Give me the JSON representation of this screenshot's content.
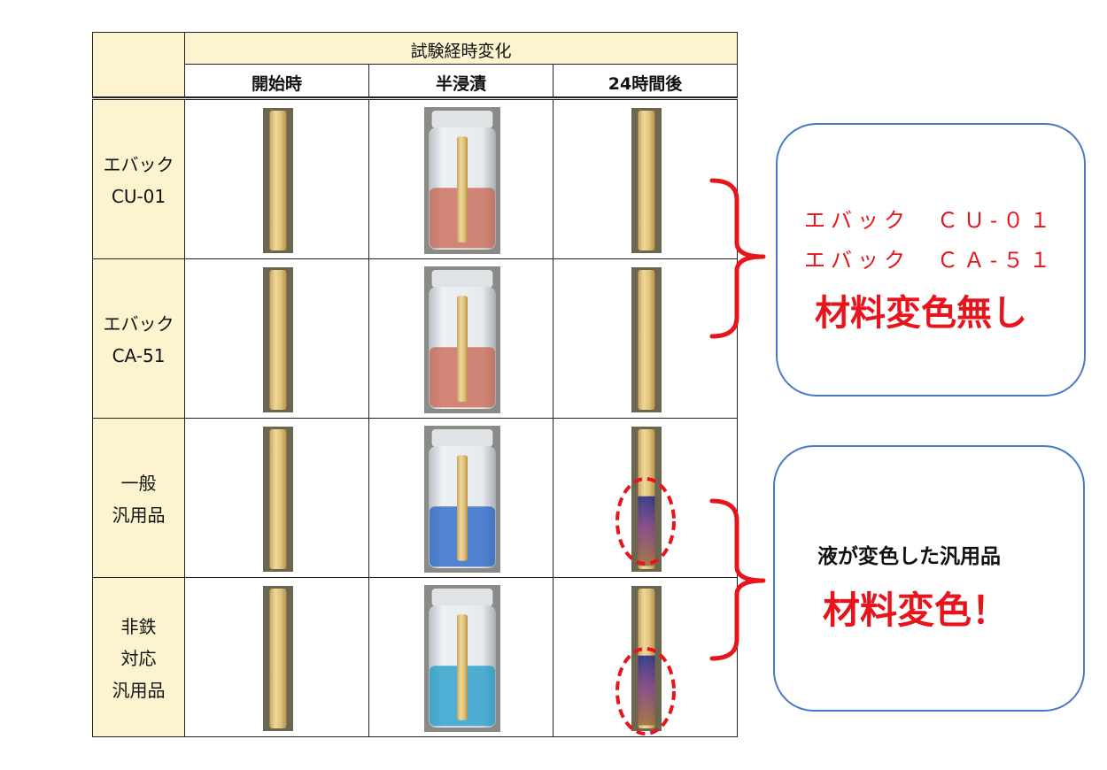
{
  "table": {
    "group_header": "試験経時変化",
    "columns": [
      "開始時",
      "半浸漬",
      "24時間後"
    ],
    "rows": [
      {
        "label_lines": [
          "エバック",
          "CU-01"
        ],
        "liquid": "#c8624e",
        "after_discolored": false
      },
      {
        "label_lines": [
          "エバック",
          "CA-51"
        ],
        "liquid": "#c8624e",
        "after_discolored": false
      },
      {
        "label_lines": [
          "一般",
          "汎用品"
        ],
        "liquid": "#1f5fc4",
        "after_discolored": true
      },
      {
        "label_lines": [
          "非鉄",
          "対応",
          "汎用品"
        ],
        "liquid": "#1a98c8",
        "after_discolored": true
      }
    ]
  },
  "callout_top": {
    "line1": "エバック　ＣＵ-０１",
    "line2": "エバック　ＣＡ-５１",
    "headline": "材料変色無し"
  },
  "callout_bottom": {
    "line1": "液が変色した汎用品",
    "headline": "材料変色！"
  },
  "colors": {
    "header_fill": "#fdf3cf",
    "accent_red": "#e8141b",
    "callout_border": "#4a78c8"
  }
}
